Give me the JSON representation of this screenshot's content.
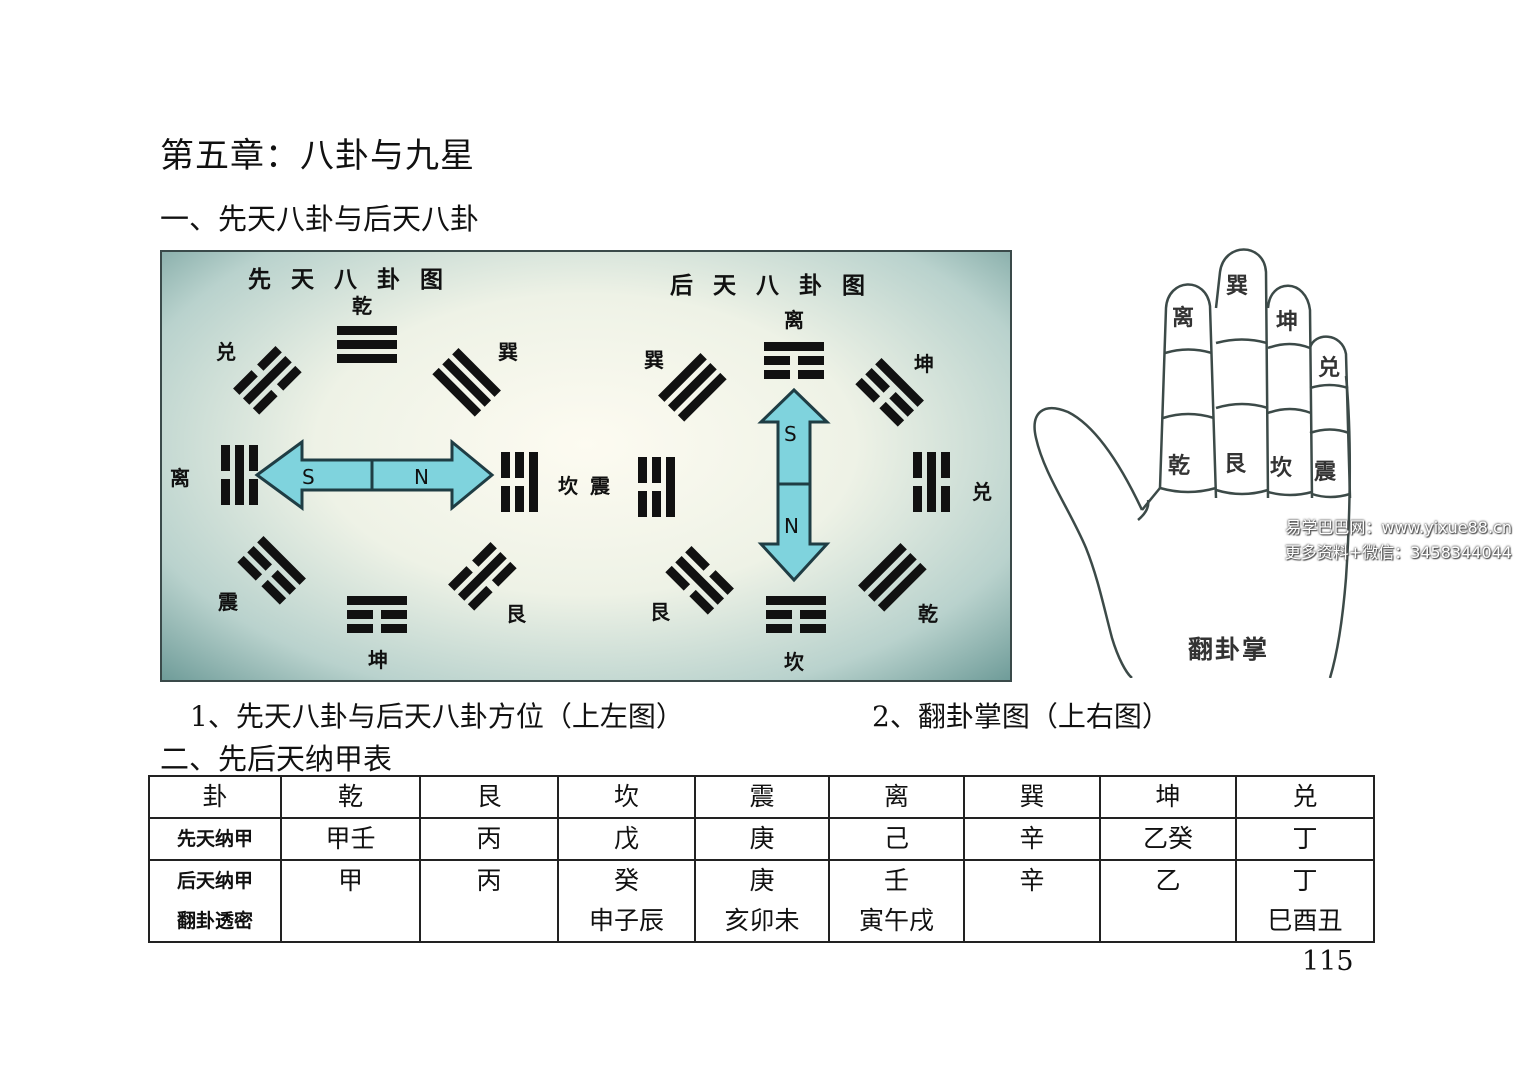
{
  "chapter_title": "第五章：八卦与九星",
  "section1_title": "一、先天八卦与后天八卦",
  "xiantian": {
    "title": "先天八卦图",
    "labels": {
      "qian": "乾",
      "dui": "兑",
      "xun": "巽",
      "li": "离",
      "kan": "坎",
      "zhen": "震",
      "gen": "艮",
      "kun": "坤"
    },
    "arrow_left": "S",
    "arrow_right": "N"
  },
  "houtian": {
    "title": "后天八卦图",
    "labels": {
      "li": "离",
      "xun": "巽",
      "kun": "坤",
      "zhen": "震",
      "dui": "兑",
      "gen": "艮",
      "qian": "乾",
      "kan": "坎"
    },
    "arrow_top": "S",
    "arrow_bottom": "N"
  },
  "hand": {
    "title": "翻卦掌",
    "top_labels": {
      "li": "离",
      "xun": "巽",
      "kun": "坤",
      "dui": "兑"
    },
    "bottom_labels": {
      "qian": "乾",
      "gen": "艮",
      "kan": "坎",
      "zhen": "震"
    }
  },
  "watermark": {
    "line1": "易学巴巴网：www.yixue88.cn",
    "line2": "更多资料+微信：3458344044"
  },
  "caption1": "1、先天八卦与后天八卦方位（上左图）",
  "caption2": "2、翻卦掌图（上右图）",
  "section2_title": "二、先后天纳甲表",
  "table": {
    "header": [
      "卦",
      "乾",
      "艮",
      "坎",
      "震",
      "离",
      "巽",
      "坤",
      "兑"
    ],
    "xiantian_row": [
      "先天纳甲",
      "甲壬",
      "丙",
      "戊",
      "庚",
      "己",
      "辛",
      "乙癸",
      "丁"
    ],
    "houtian_row": [
      "后天纳甲",
      "甲",
      "丙",
      "癸",
      "庚",
      "壬",
      "辛",
      "乙",
      "丁"
    ],
    "fangua_row": [
      "翻卦透密",
      "",
      "",
      "申子辰",
      "亥卯未",
      "寅午戌",
      "",
      "",
      "巳酉丑"
    ]
  },
  "page_number": "115"
}
